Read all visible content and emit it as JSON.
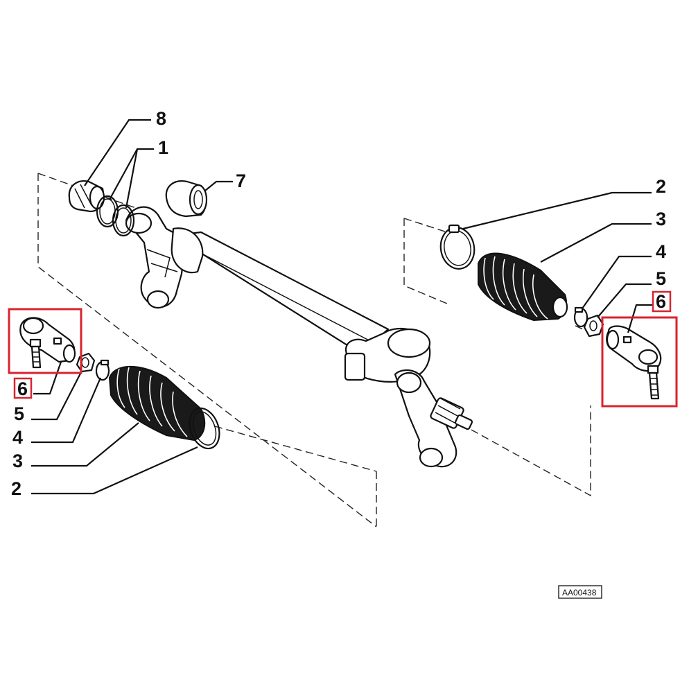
{
  "callouts": {
    "n8": "8",
    "n1": "1",
    "n7": "7",
    "right_2": "2",
    "right_3": "3",
    "right_4": "4",
    "right_5": "5",
    "right_6": "6",
    "left_6": "6",
    "left_5": "5",
    "left_4": "4",
    "left_3": "3",
    "left_2": "2"
  },
  "reference_code": "AA00438",
  "colors": {
    "highlight": "#d9232e",
    "ink": "#111111",
    "background": "#ffffff"
  },
  "highlighted_parts": [
    "6"
  ]
}
